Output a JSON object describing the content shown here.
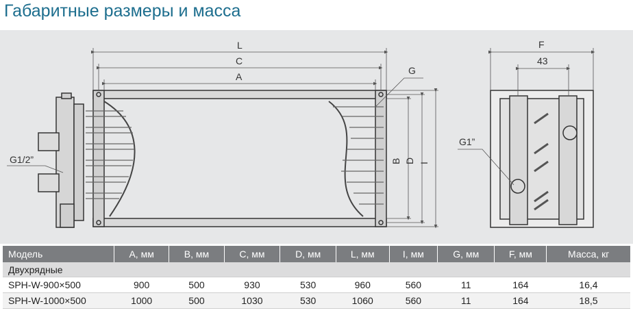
{
  "page_title": "Габаритные размеры и масса",
  "drawing": {
    "labels": {
      "L": "L",
      "C": "C",
      "A": "A",
      "G": "G",
      "B": "B",
      "D": "D",
      "I": "I",
      "G1_2": "G1/2”",
      "F": "F",
      "d43": "43",
      "G1": "G1”"
    }
  },
  "table": {
    "headers": [
      "Модель",
      "A, мм",
      "B, мм",
      "C, мм",
      "D, мм",
      "L, мм",
      "I, мм",
      "G, мм",
      "F, мм",
      "Масса, кг"
    ],
    "group_label": "Двухрядные",
    "rows": [
      [
        "SPH-W-900×500",
        "900",
        "500",
        "930",
        "530",
        "960",
        "560",
        "11",
        "164",
        "16,4"
      ],
      [
        "SPH-W-1000×500",
        "1000",
        "500",
        "1030",
        "530",
        "1060",
        "560",
        "11",
        "164",
        "18,5"
      ]
    ]
  },
  "colors": {
    "title": "#1d6e8e",
    "drawing_bg": "#e6e7e8",
    "header_bg": "#7b7d80",
    "group_bg": "#dcdcdd"
  }
}
